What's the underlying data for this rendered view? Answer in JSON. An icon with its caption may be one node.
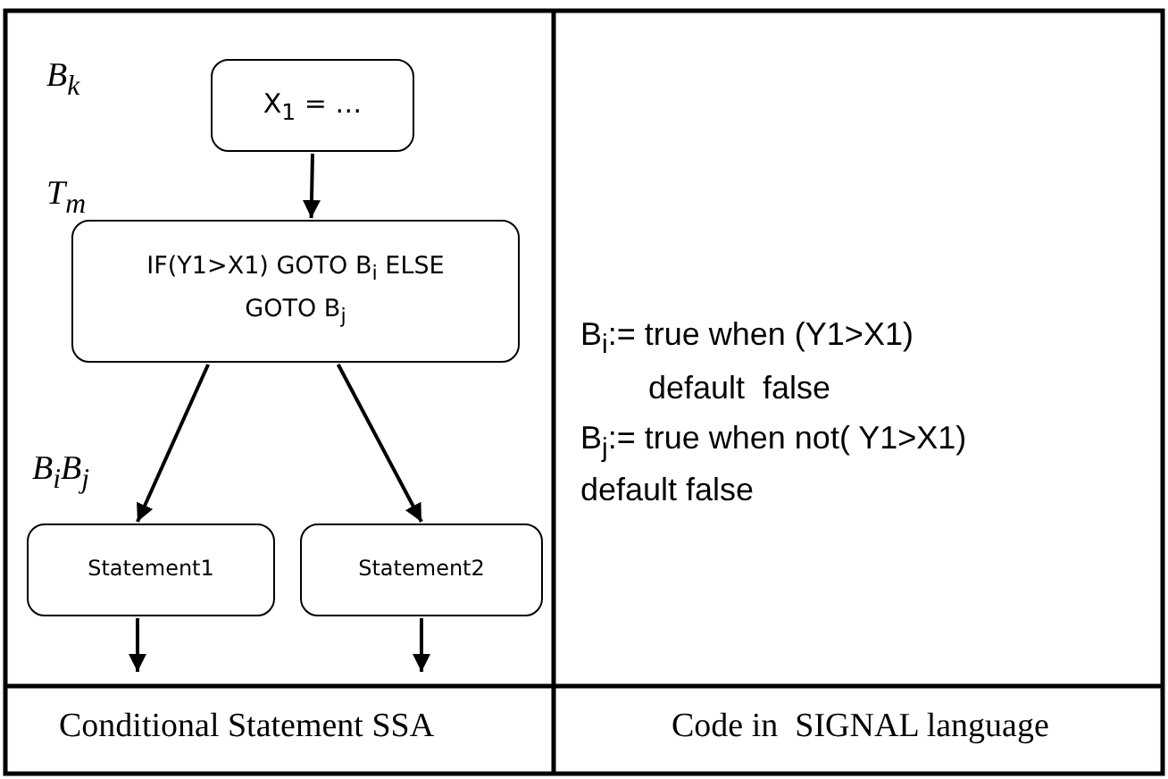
{
  "diagram": {
    "nodes": [
      {
        "text": [
          "X$_{1}$ = …"
        ]
      },
      {
        "text": [
          "IF(Y1>X1) GOTO B$_{i}$ ELSE GOTO B$_{j}$"
        ]
      },
      {
        "text": [
          "Statement1"
        ]
      },
      {
        "text": [
          "Statement2"
        ]
      }
    ],
    "edges": [
      {
        "from": 0,
        "to": 1,
        "arrow": "to"
      },
      {
        "from": 1,
        "to": 2,
        "arrow": "to"
      },
      {
        "from": 1,
        "to": 3,
        "arrow": "to"
      },
      {
        "from": 2,
        "to": null,
        "arrow": "to"
      },
      {
        "from": 3,
        "to": null,
        "arrow": "to"
      }
    ],
    "labels": [
      "B$_{k}$",
      "T$_{m}$",
      "B$_{i}$B$_{j}$",
      "B$_{i}$:= true when (Y1>X1)",
      "default  false",
      "B$_{j}$:= true when not( Y1>X1)",
      "default false",
      "Conditional Statement SSA",
      "Code in  SIGNAL language"
    ]
  }
}
